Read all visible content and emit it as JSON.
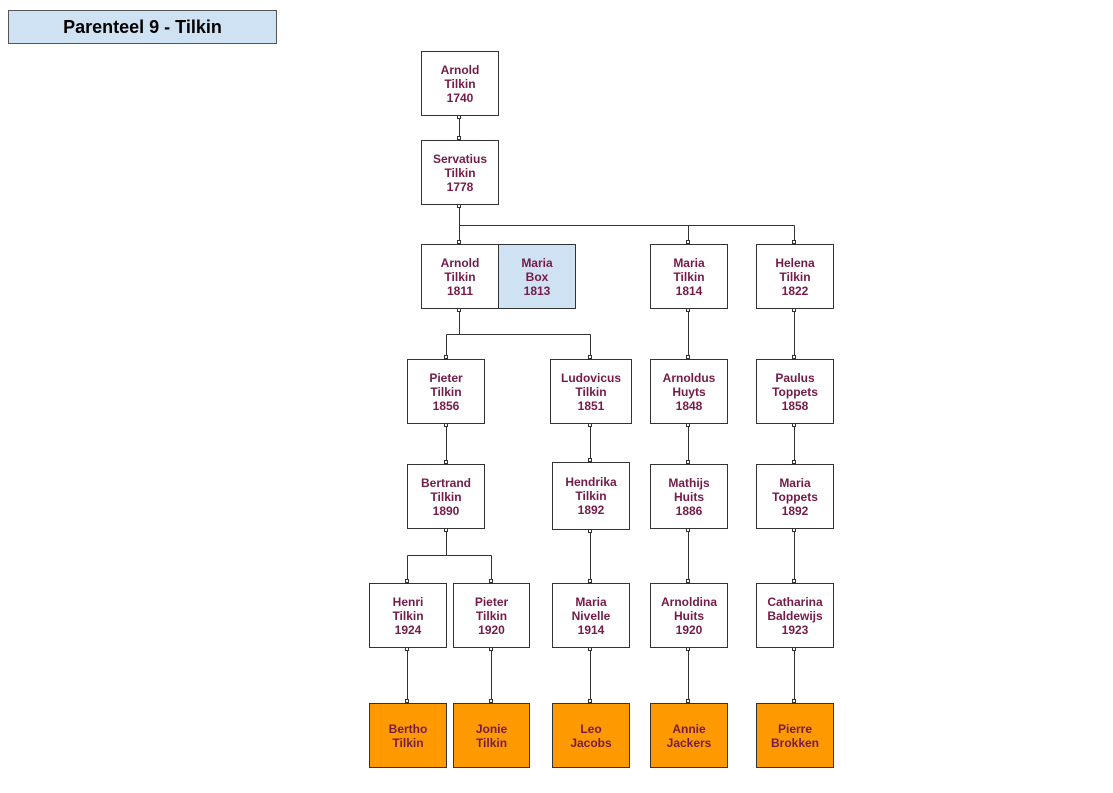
{
  "title": "Parenteel 9 - Tilkin",
  "people": {
    "arnold_1740": "Arnold\nTilkin\n1740",
    "servatius_1778": "Servatius\nTilkin\n1778",
    "arnold_1811": "Arnold\nTilkin\n1811",
    "maria_box_1813": "Maria\nBox\n1813",
    "maria_1814": "Maria\nTilkin\n1814",
    "helena_1822": "Helena\nTilkin\n1822",
    "pieter_1856": "Pieter\nTilkin\n1856",
    "ludovicus_1851": "Ludovicus\nTilkin\n1851",
    "arnoldus_1848": "Arnoldus\nHuyts\n1848",
    "paulus_1858": "Paulus\nToppets\n1858",
    "bertrand_1890": "Bertrand\nTilkin\n1890",
    "hendrika_1892": "Hendrika\nTilkin\n1892",
    "mathijs_1886": "Mathijs\nHuits\n1886",
    "maria_toppets_1892": "Maria\nToppets\n1892",
    "henri_1924": "Henri\nTilkin\n1924",
    "pieter_1920": "Pieter\nTilkin\n1920",
    "maria_nivelle_1914": "Maria\nNivelle\n1914",
    "arnoldina_1920": "Arnoldina\nHuits\n1920",
    "catharina_1923": "Catharina\nBaldewijs\n1923",
    "bertho": "Bertho\nTilkin",
    "jonie": "Jonie\nTilkin",
    "leo": "Leo\nJacobs",
    "annie": "Annie\nJackers",
    "pierre": "Pierre\nBrokken"
  },
  "colors": {
    "title_bg": "#cfe2f3",
    "spouse_bg": "#cfe2f3",
    "leaf_bg": "#ff9900",
    "text": "#741b47"
  }
}
